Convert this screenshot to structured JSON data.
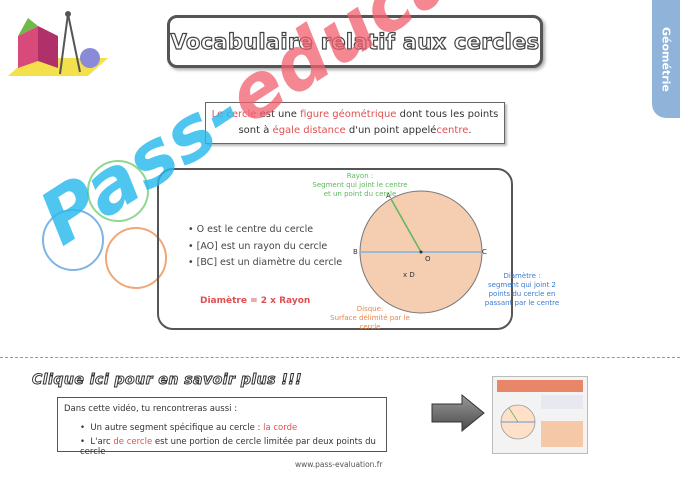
{
  "title": "Vocabulaire relatif aux cercles",
  "side_tab": "Géométrie",
  "definition": {
    "w1": "Le",
    "w2": "cercle",
    "w3": "est une",
    "w4": "figure géométrique",
    "w5": "dont tous les points sont à",
    "w6": "égale distance",
    "w7": "d'un point appelé",
    "w8": "centre",
    "w9": "."
  },
  "bullets": [
    "O est le centre du cercle",
    "[AO] est un rayon du cercle",
    "[BC] est un diamètre du cercle"
  ],
  "formula": "Diamètre = 2 x Rayon",
  "labels": {
    "rayon_title": "Rayon :",
    "rayon_desc1": "Segment qui joint le centre",
    "rayon_desc2": "et un point du cercle",
    "diametre_title": "Diamètre :",
    "diametre_desc1": "segment qui joint 2",
    "diametre_desc2": "points du cercle en",
    "diametre_desc3": "passant par le centre",
    "disque_title": "Disque:",
    "disque_desc1": "Surface délimité par le",
    "disque_desc2": "cercle",
    "point_a": "A",
    "point_b": "B",
    "point_c": "C",
    "point_o": "O",
    "point_d": "x D"
  },
  "clique": "Clique ici pour en savoir plus !!!",
  "video": {
    "intro": "Dans cette vidéo, tu rencontreras aussi :",
    "item1_prefix": "Un autre segment spécifique au cercle :",
    "item1_highlight": "la corde",
    "item2_prefix": "L'arc",
    "item2_highlight": "de cercle",
    "item2_suffix": "est une portion de cercle limitée par deux points du cercle"
  },
  "url": "www.pass-evaluation.fr",
  "watermark": {
    "part1": "Pass-",
    "part2": "education"
  },
  "colors": {
    "red": "#e05050",
    "green": "#5cb85c",
    "blue": "#3a7bd5",
    "orange": "#e8864a",
    "disk": "#f5cdb0",
    "watermark_blue": "#28b9eb",
    "watermark_pink": "#f05f6e",
    "side_tab": "#8fb3d9"
  }
}
